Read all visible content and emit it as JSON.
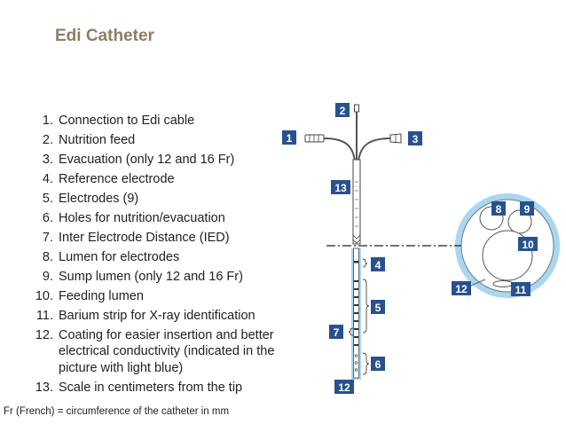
{
  "title": "Edi Catheter",
  "items": [
    {
      "num": "1.",
      "text": "Connection to Edi cable"
    },
    {
      "num": "2.",
      "text": "Nutrition feed"
    },
    {
      "num": "3.",
      "text": "Evacuation (only 12 and 16 Fr)"
    },
    {
      "num": "4.",
      "text": "Reference electrode"
    },
    {
      "num": "5.",
      "text": "Electrodes (9)"
    },
    {
      "num": "6.",
      "text": "Holes for nutrition/evacuation"
    },
    {
      "num": "7.",
      "text": "Inter Electrode Distance (IED)"
    },
    {
      "num": "8.",
      "text": "Lumen for electrodes"
    },
    {
      "num": "9.",
      "text": "Sump lumen (only 12 and 16 Fr)"
    },
    {
      "num": "10.",
      "text": "Feeding lumen"
    },
    {
      "num": "11.",
      "text": "Barium strip for X-ray identification"
    },
    {
      "num": "12.",
      "text": "Coating for easier insertion and better electrical conductivity (indicated in the picture with light blue)"
    },
    {
      "num": "13.",
      "text": "Scale in centimeters from the tip"
    }
  ],
  "footnote": "Fr (French) = circumference of the catheter in mm",
  "callouts": {
    "c1": "1",
    "c2": "2",
    "c3": "3",
    "c4": "4",
    "c5": "5",
    "c6": "6",
    "c7": "7",
    "c8": "8",
    "c9": "9",
    "c10": "10",
    "c11": "11",
    "c12a": "12",
    "c12b": "12",
    "c13": "13"
  },
  "colors": {
    "badge": "#27528f",
    "coating": "#a9d7f0",
    "title": "#8c7e62"
  }
}
